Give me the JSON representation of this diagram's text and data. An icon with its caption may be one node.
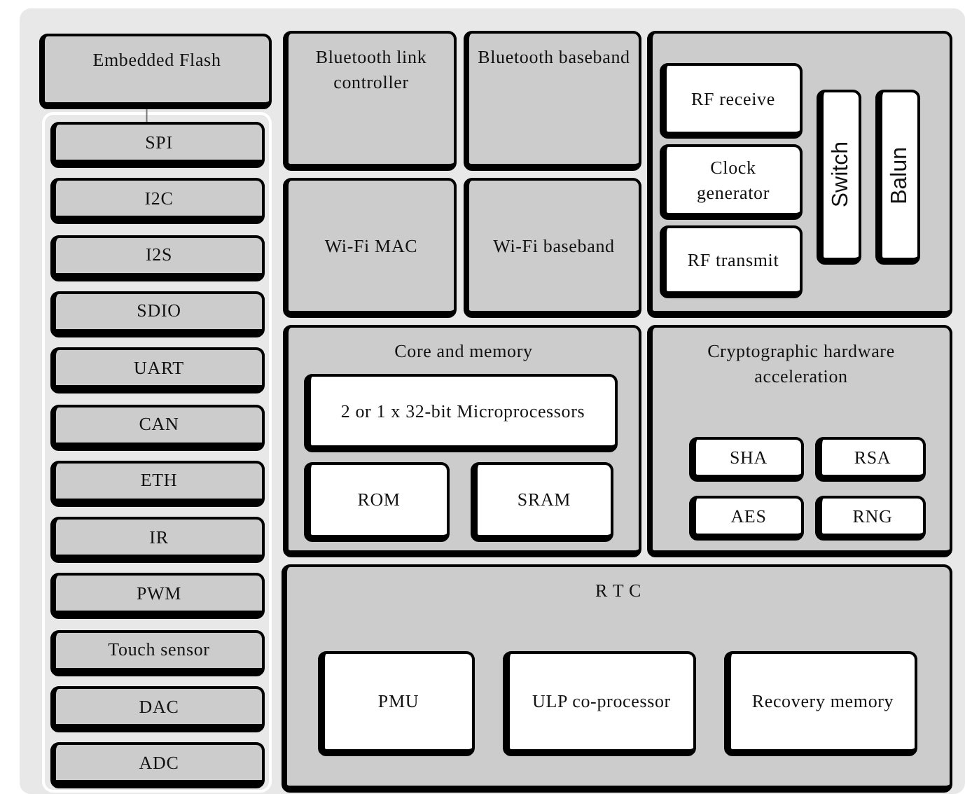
{
  "diagram": {
    "nodes": [
      {
        "text": [
          "Embedded Flash"
        ]
      },
      {
        "text": [],
        "shape": "box"
      },
      {
        "text": [
          "SPI"
        ],
        "in": 1
      },
      {
        "text": [
          "I2C"
        ],
        "in": 1
      },
      {
        "text": [
          "I2S"
        ],
        "in": 1
      },
      {
        "text": [
          "SDIO"
        ],
        "in": 1
      },
      {
        "text": [
          "UART"
        ],
        "in": 1
      },
      {
        "text": [
          "CAN"
        ],
        "in": 1
      },
      {
        "text": [
          "ETH"
        ],
        "in": 1
      },
      {
        "text": [
          "IR"
        ],
        "in": 1
      },
      {
        "text": [
          "PWM"
        ],
        "in": 1
      },
      {
        "text": [
          "Touch sensor"
        ],
        "in": 1
      },
      {
        "text": [
          "DAC"
        ],
        "in": 1
      },
      {
        "text": [
          "ADC"
        ],
        "in": 1
      },
      {
        "text": [
          "Bluetooth link controller"
        ]
      },
      {
        "text": [
          "Bluetooth baseband"
        ]
      },
      {
        "text": [
          "Wi-Fi MAC"
        ]
      },
      {
        "text": [
          "Wi-Fi baseband"
        ]
      },
      {
        "text": [],
        "shape": "box"
      },
      {
        "text": [
          "RF receive"
        ],
        "in": 18
      },
      {
        "text": [
          "Clock generator"
        ],
        "in": 18
      },
      {
        "text": [
          "RF transmit"
        ],
        "in": 18
      },
      {
        "text": [
          "Switch"
        ],
        "in": 18
      },
      {
        "text": [
          "Balun"
        ],
        "in": 18
      },
      {
        "text": [
          "Core and memory"
        ]
      },
      {
        "text": [
          "2 or 1 x 32-bit Microprocessors"
        ],
        "in": 24
      },
      {
        "text": [
          "ROM"
        ],
        "in": 24
      },
      {
        "text": [
          "SRAM"
        ],
        "in": 24
      },
      {
        "text": [
          "Cryptographic hardware acceleration"
        ]
      },
      {
        "text": [
          "SHA"
        ],
        "in": 28
      },
      {
        "text": [
          "RSA"
        ],
        "in": 28
      },
      {
        "text": [
          "AES"
        ],
        "in": 28
      },
      {
        "text": [
          "RNG"
        ],
        "in": 28
      },
      {
        "text": [
          "R T C"
        ]
      },
      {
        "text": [
          "PMU"
        ],
        "in": 33
      },
      {
        "text": [
          "ULP co-processor"
        ],
        "in": 33
      },
      {
        "text": [
          "Recovery memory"
        ],
        "in": 33
      }
    ],
    "edges": [
      {
        "from": 0,
        "to": 2,
        "arrow": "none"
      }
    ]
  }
}
